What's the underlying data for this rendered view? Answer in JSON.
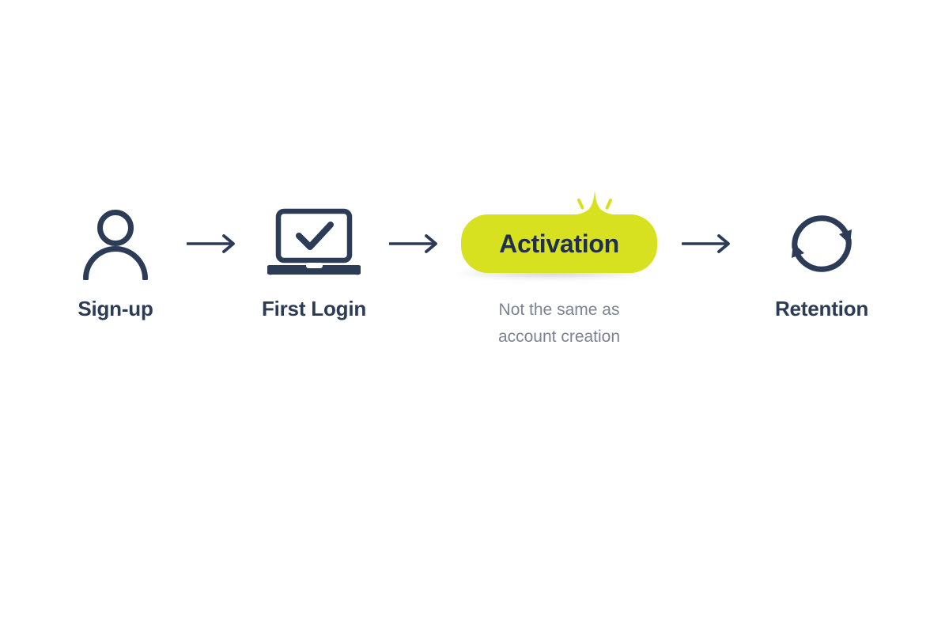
{
  "page": {
    "background_color": "#ffffff",
    "title": "Activation funnel diagram"
  },
  "theme": {
    "navy": "#2d3c56",
    "navy_dark": "#21304a",
    "accent_lime": "#d7e120",
    "muted_gray": "#7b8394",
    "white": "#ffffff"
  },
  "flow": {
    "stages": [
      {
        "id": "sign-up",
        "icon": "user-icon",
        "label": "Sign-up",
        "highlighted": false
      },
      {
        "id": "first-login",
        "icon": "laptop-check-icon",
        "label": "First Login",
        "highlighted": false
      },
      {
        "id": "activation",
        "icon": "sparkle-icon",
        "label": "Activation",
        "subtitle": "Not the same as\naccount creation",
        "highlighted": true,
        "pill_color": "#d7e120",
        "label_color": "#21304a"
      },
      {
        "id": "retention",
        "icon": "refresh-cycle-icon",
        "label": "Retention",
        "highlighted": false
      }
    ],
    "connectors": [
      {
        "id": "arrow-signup-to-login",
        "icon": "arrow-right-icon",
        "from": "sign-up",
        "to": "first-login"
      },
      {
        "id": "arrow-login-to-activation",
        "icon": "arrow-right-icon",
        "from": "first-login",
        "to": "activation"
      },
      {
        "id": "arrow-activation-to-retention",
        "icon": "arrow-right-icon",
        "from": "activation",
        "to": "retention"
      }
    ]
  }
}
